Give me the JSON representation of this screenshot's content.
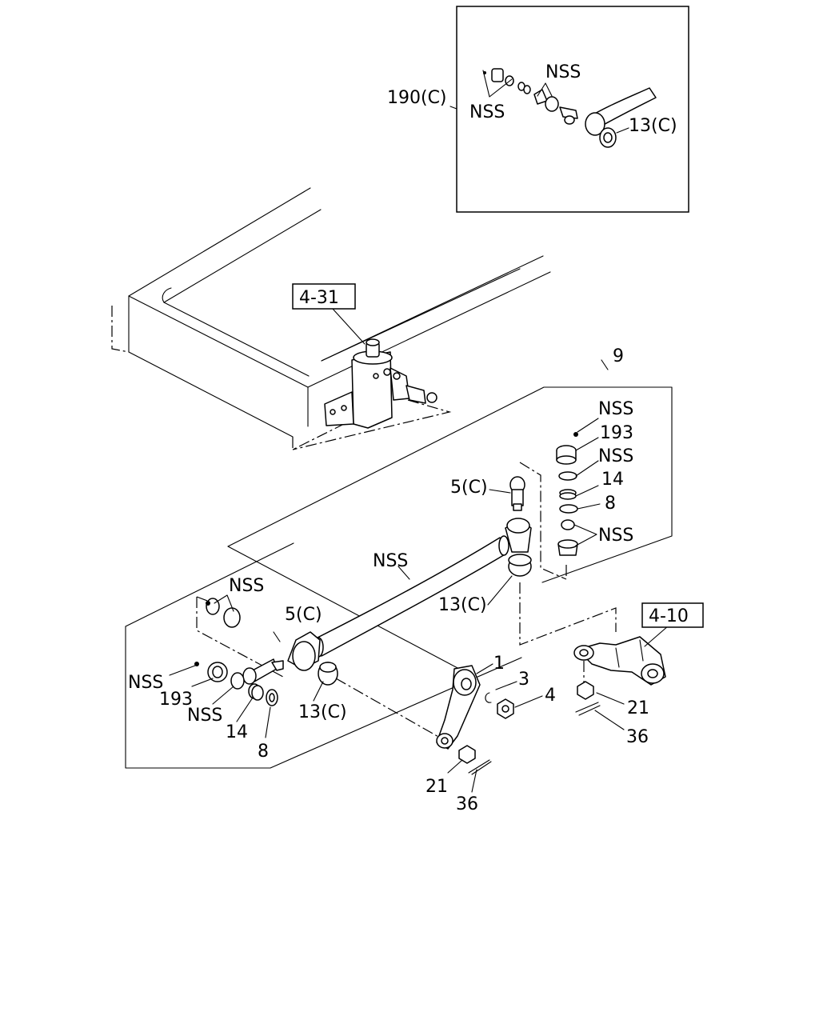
{
  "callouts": {
    "inset_190c": "190(C)",
    "inset_nss_upper": "NSS",
    "inset_nss_lower": "NSS",
    "inset_13c": "13(C)",
    "ref_4_31": "4-31",
    "ref_4_10": "4-10",
    "p9": "9",
    "nss_r1": "NSS",
    "p193_r": "193",
    "nss_r2": "NSS",
    "p14_r": "14",
    "p8_r": "8",
    "nss_r3": "NSS",
    "p5c_r": "5(C)",
    "nss_tube": "NSS",
    "p13c_r": "13(C)",
    "nss_l1": "NSS",
    "p5c_l": "5(C)",
    "nss_l2": "NSS",
    "p193_l": "193",
    "nss_l3": "NSS",
    "p14_l": "14",
    "p8_l": "8",
    "p13c_l": "13(C)",
    "p1": "1",
    "p3": "3",
    "p4": "4",
    "p21_l": "21",
    "p36_l": "36",
    "p21_r": "21",
    "p36_r": "36"
  }
}
